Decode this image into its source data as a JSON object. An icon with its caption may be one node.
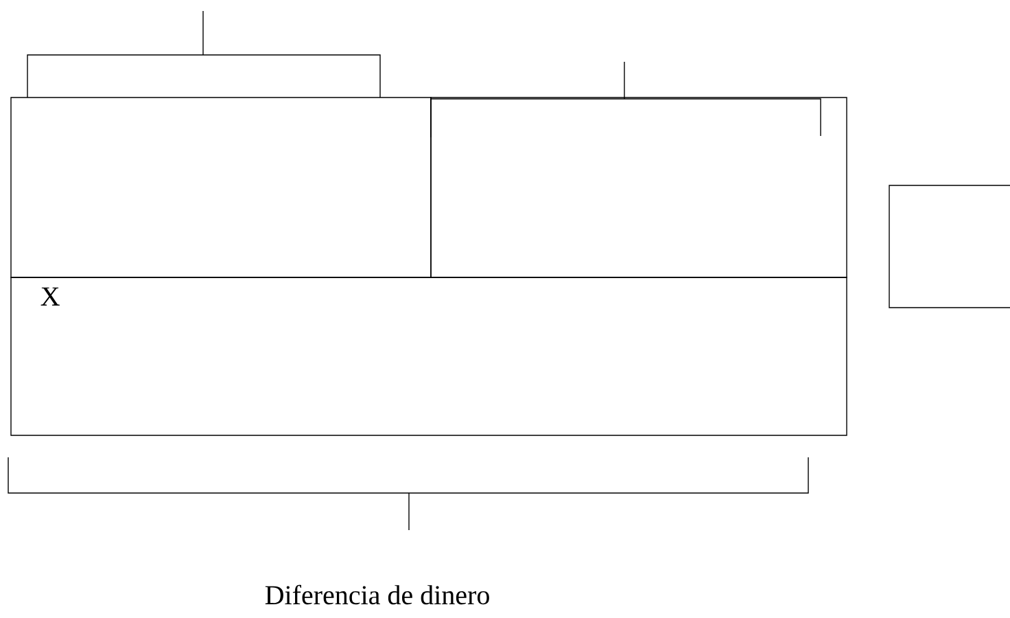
{
  "diagram": {
    "nodes": [
      {
        "text": [],
        "shape": "box"
      },
      {
        "text": [],
        "shape": "box"
      },
      {
        "text": [
          "X"
        ]
      },
      {
        "text": [],
        "shape": "box"
      }
    ],
    "labels": [
      "Diferencia de dinero"
    ]
  }
}
